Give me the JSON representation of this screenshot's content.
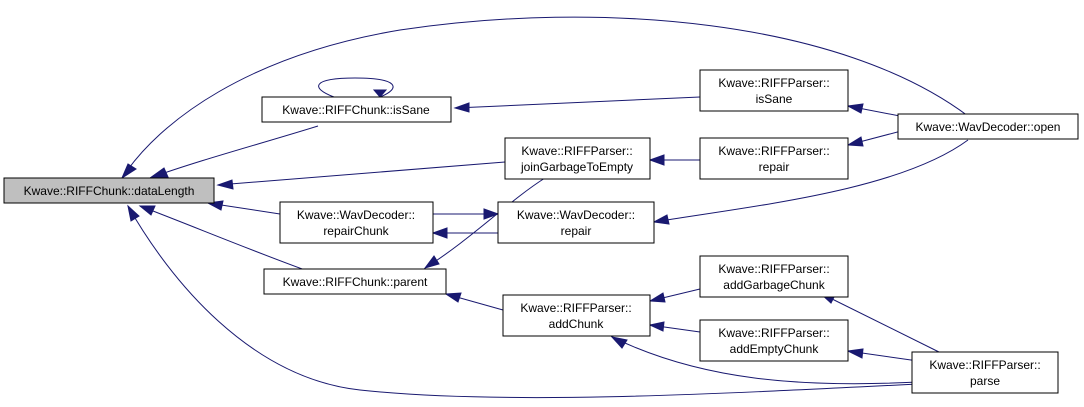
{
  "graph": {
    "nodes": {
      "dataLength": {
        "lines": [
          "Kwave::RIFFChunk::dataLength"
        ],
        "highlight": true
      },
      "isSaneChunk": {
        "lines": [
          "Kwave::RIFFChunk::isSane"
        ]
      },
      "parent": {
        "lines": [
          "Kwave::RIFFChunk::parent"
        ]
      },
      "repairChunk": {
        "lines": [
          "Kwave::WavDecoder::",
          "repairChunk"
        ]
      },
      "joinGarbage": {
        "lines": [
          "Kwave::RIFFParser::",
          "joinGarbageToEmpty"
        ]
      },
      "wdRepair": {
        "lines": [
          "Kwave::WavDecoder::",
          "repair"
        ]
      },
      "addChunk": {
        "lines": [
          "Kwave::RIFFParser::",
          "addChunk"
        ]
      },
      "parserIsSane": {
        "lines": [
          "Kwave::RIFFParser::",
          "isSane"
        ]
      },
      "parserRepair": {
        "lines": [
          "Kwave::RIFFParser::",
          "repair"
        ]
      },
      "addGarbage": {
        "lines": [
          "Kwave::RIFFParser::",
          "addGarbageChunk"
        ]
      },
      "addEmpty": {
        "lines": [
          "Kwave::RIFFParser::",
          "addEmptyChunk"
        ]
      },
      "open": {
        "lines": [
          "Kwave::WavDecoder::open"
        ]
      },
      "parse": {
        "lines": [
          "Kwave::RIFFParser::",
          "parse"
        ]
      }
    },
    "edges": [
      {
        "from": "isSaneChunk",
        "to": "dataLength"
      },
      {
        "from": "isSaneChunk",
        "to": "isSaneChunk"
      },
      {
        "from": "parserIsSane",
        "to": "isSaneChunk"
      },
      {
        "from": "open",
        "to": "parserIsSane"
      },
      {
        "from": "open",
        "to": "dataLength"
      },
      {
        "from": "joinGarbage",
        "to": "dataLength"
      },
      {
        "from": "parserRepair",
        "to": "joinGarbage"
      },
      {
        "from": "open",
        "to": "parserRepair"
      },
      {
        "from": "repairChunk",
        "to": "dataLength"
      },
      {
        "from": "parent",
        "to": "dataLength"
      },
      {
        "from": "parse",
        "to": "dataLength"
      },
      {
        "from": "joinGarbage",
        "to": "parent"
      },
      {
        "from": "repairChunk",
        "to": "wdRepair"
      },
      {
        "from": "wdRepair",
        "to": "repairChunk"
      },
      {
        "from": "open",
        "to": "wdRepair"
      },
      {
        "from": "addChunk",
        "to": "parent"
      },
      {
        "from": "addGarbage",
        "to": "addChunk"
      },
      {
        "from": "addEmpty",
        "to": "addChunk"
      },
      {
        "from": "parse",
        "to": "addChunk"
      },
      {
        "from": "parse",
        "to": "addGarbage"
      },
      {
        "from": "parse",
        "to": "addEmpty"
      }
    ]
  },
  "colors": {
    "edge": "#191970",
    "highlight_fill": "#bfbfbf",
    "node_border": "#000000",
    "background": "#ffffff"
  }
}
